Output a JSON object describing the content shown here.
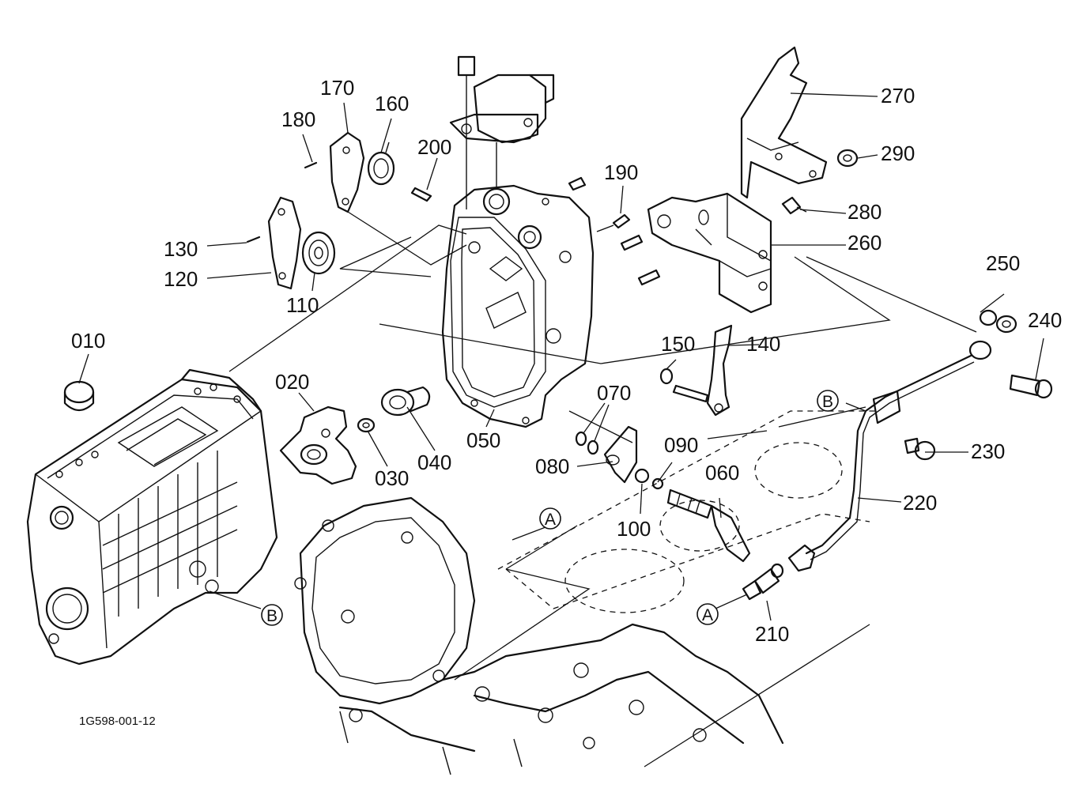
{
  "diagram": {
    "drawing_code": "1G598-001-12",
    "part_callouts": [
      "010",
      "020",
      "030",
      "040",
      "050",
      "060",
      "070",
      "080",
      "090",
      "100",
      "110",
      "120",
      "130",
      "140",
      "150",
      "160",
      "170",
      "180",
      "190",
      "200",
      "210",
      "220",
      "230",
      "240",
      "250",
      "260",
      "270",
      "280",
      "290"
    ],
    "connection_refs": [
      "A",
      "A",
      "B",
      "B"
    ]
  }
}
